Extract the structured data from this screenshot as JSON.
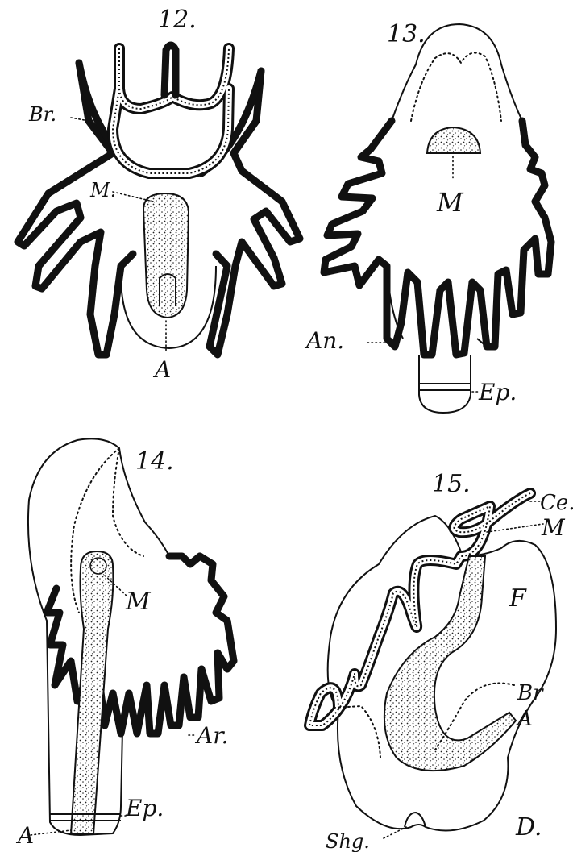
{
  "figures": [
    {
      "number": "12.",
      "labels": {
        "br": "Br.",
        "m": "M.",
        "a": "A"
      }
    },
    {
      "number": "13.",
      "labels": {
        "m": "M",
        "an": "An.",
        "ep": "Ep."
      }
    },
    {
      "number": "14.",
      "labels": {
        "m": "M",
        "ar": "Ar.",
        "ep": "Ep.",
        "a": "A"
      }
    },
    {
      "number": "15.",
      "labels": {
        "ce": "Ce.",
        "m": "M",
        "f": "F",
        "br": "Br",
        "a": "A",
        "d": "D.",
        "shg": "Shg."
      }
    }
  ]
}
